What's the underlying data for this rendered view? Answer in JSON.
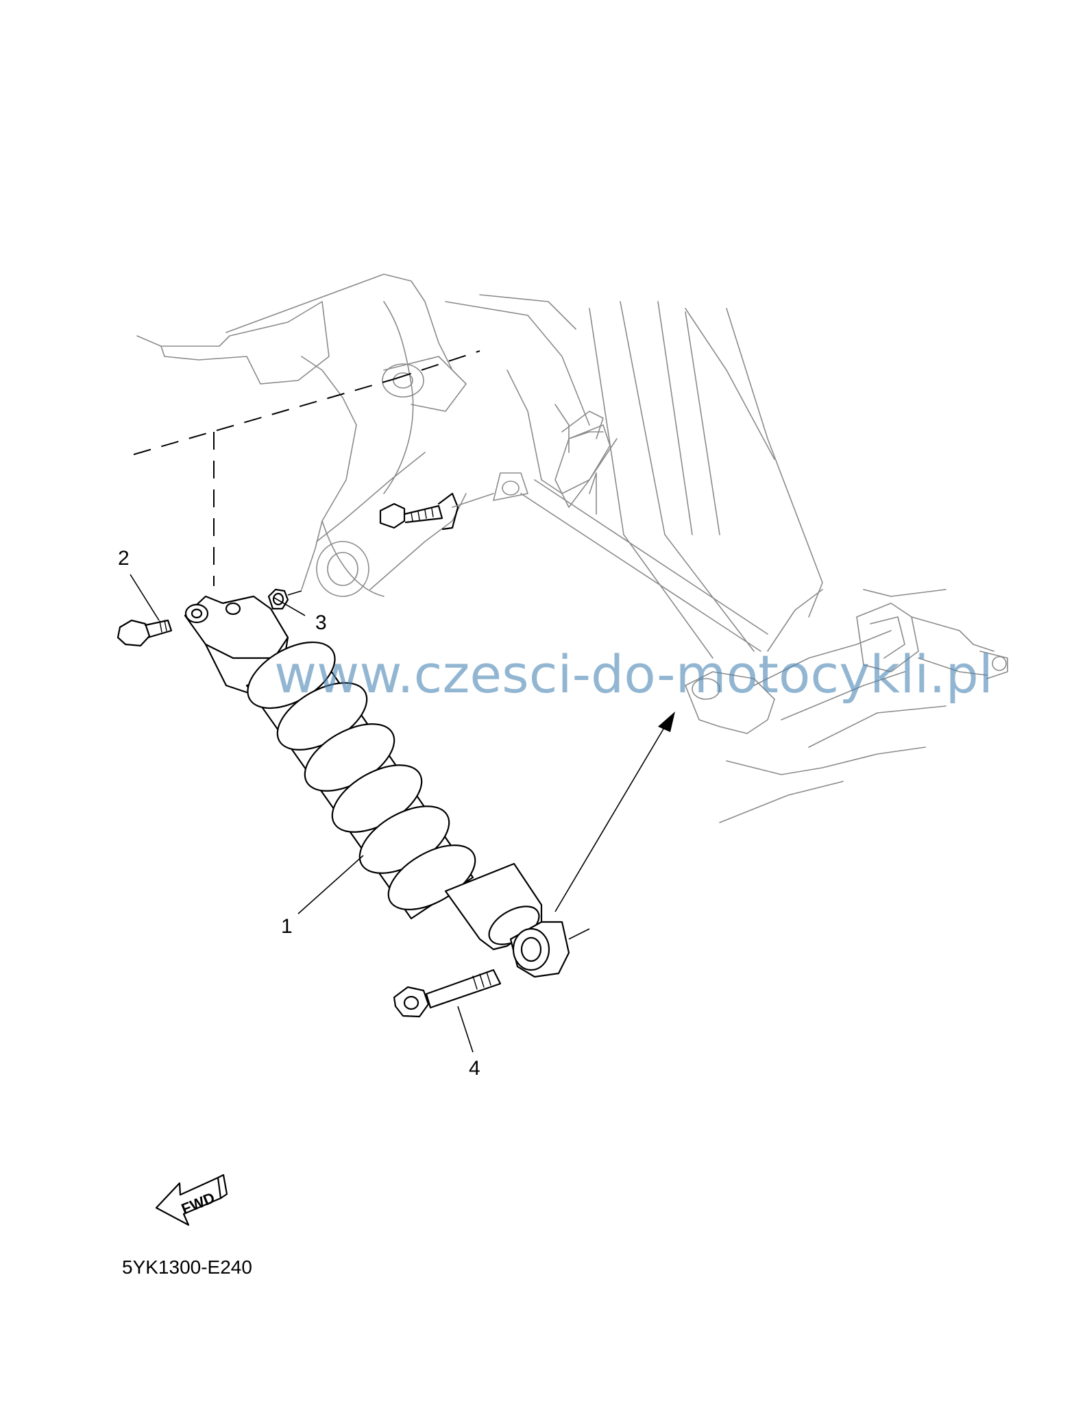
{
  "diagram": {
    "callouts": [
      {
        "id": "1",
        "label": "1"
      },
      {
        "id": "2",
        "label": "2"
      },
      {
        "id": "3",
        "label": "3"
      },
      {
        "id": "4",
        "label": "4"
      }
    ],
    "fwd_label": "FWD",
    "drawing_code": "5YK1300-E240",
    "watermark": "www.czesci-do-motocykli.pl"
  }
}
